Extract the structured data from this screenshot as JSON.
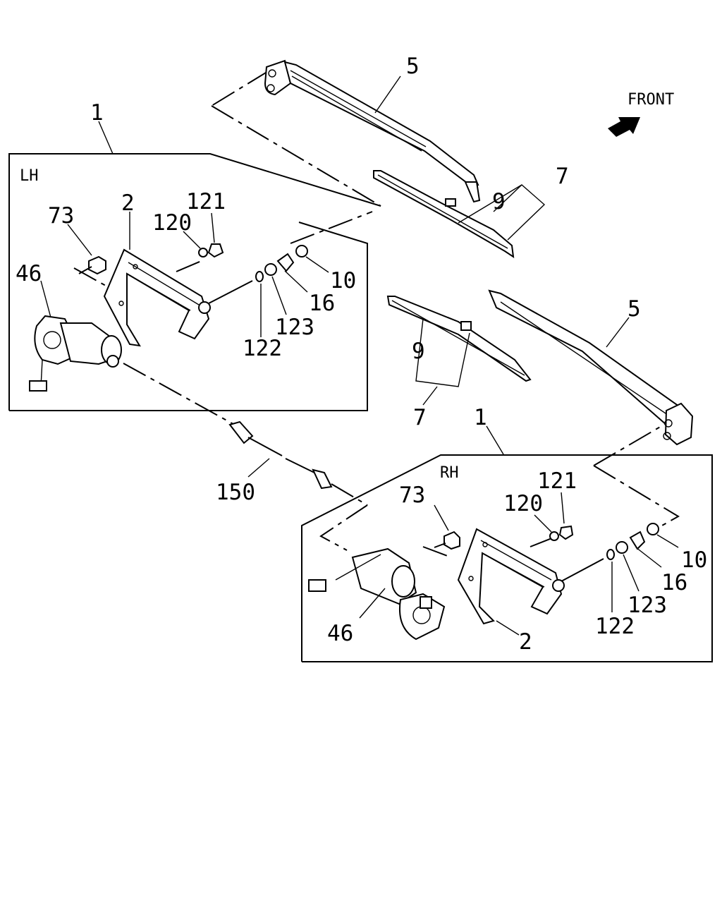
{
  "direction": {
    "label": "FRONT"
  },
  "assemblies": {
    "left": {
      "side_label": "LH"
    },
    "right": {
      "side_label": "RH"
    }
  },
  "callouts": {
    "assembly": "1",
    "bracket": "2",
    "wiper_arm": "5",
    "wiper_blade": "7",
    "blade_rubber": "9",
    "nut": "10",
    "cap": "16",
    "motor": "46",
    "bolt": "73",
    "washer_120": "120",
    "nut_121": "121",
    "washer_122": "122",
    "washer_123": "123",
    "link_rod": "150"
  }
}
